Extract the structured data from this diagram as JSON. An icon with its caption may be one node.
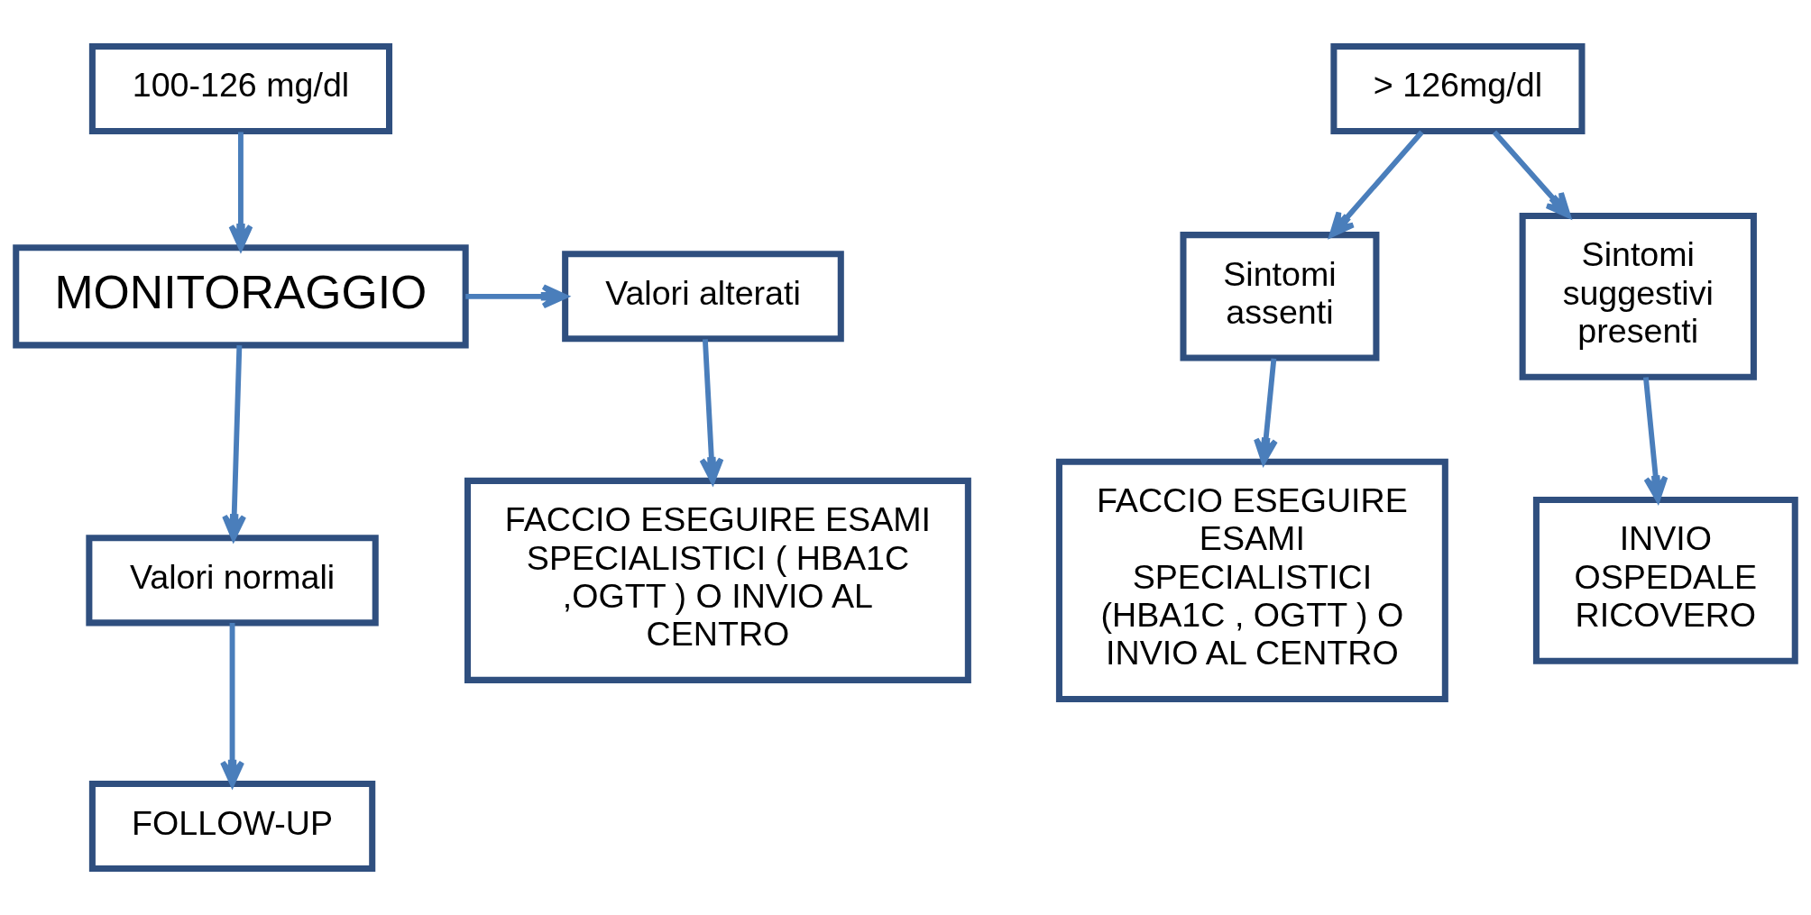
{
  "diagram": {
    "nodes": [
      {
        "text": [
          "100-126 mg/dl"
        ]
      },
      {
        "text": [
          "MONITORAGGIO"
        ]
      },
      {
        "text": [
          "Valori alterati"
        ]
      },
      {
        "text": [
          "Valori normali"
        ]
      },
      {
        "text": [
          "FOLLOW-UP"
        ]
      },
      {
        "text": [
          "FACCIO ESEGUIRE ESAMI SPECIALISTICI ( HBA1C ,OGTT ) O INVIO AL CENTRO"
        ]
      },
      {
        "text": [
          "> 126mg/dl"
        ]
      },
      {
        "text": [
          "Sintomi assenti"
        ]
      },
      {
        "text": [
          "Sintomi suggestivi presenti"
        ]
      },
      {
        "text": [
          "FACCIO ESEGUIRE ESAMI SPECIALISTICI (HBA1C , OGTT ) O INVIO AL CENTRO"
        ]
      },
      {
        "text": [
          "INVIO OSPEDALE RICOVERO"
        ]
      }
    ],
    "edges": [
      {
        "from": 0,
        "to": 1,
        "arrow": "to"
      },
      {
        "from": 1,
        "to": 2,
        "arrow": "to"
      },
      {
        "from": 1,
        "to": 3,
        "arrow": "to"
      },
      {
        "from": 3,
        "to": 4,
        "arrow": "to"
      },
      {
        "from": 2,
        "to": 5,
        "arrow": "to"
      },
      {
        "from": 6,
        "to": 7,
        "arrow": "to"
      },
      {
        "from": 6,
        "to": 8,
        "arrow": "to"
      },
      {
        "from": 7,
        "to": 9,
        "arrow": "to"
      },
      {
        "from": 8,
        "to": 10,
        "arrow": "to"
      }
    ]
  }
}
